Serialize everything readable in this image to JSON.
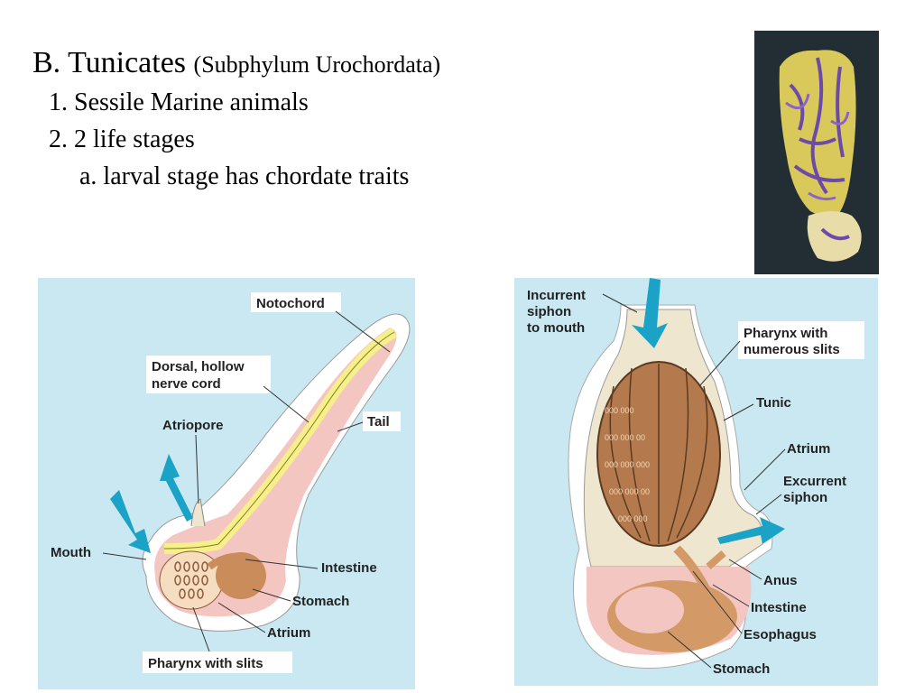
{
  "slide": {
    "title_main": "B. Tunicates",
    "title_sub": "(Subphylum Urochordata)",
    "point1": "1. Sessile Marine animals",
    "point2": "2. 2 life stages",
    "point2a": "a. larval stage has chordate traits"
  },
  "larva_diagram": {
    "notochord": "Notochord",
    "nerve_cord_line1": "Dorsal, hollow",
    "nerve_cord_line2": "nerve cord",
    "tail": "Tail",
    "atriopore": "Atriopore",
    "mouth": "Mouth",
    "intestine": "Intestine",
    "stomach": "Stomach",
    "atrium": "Atrium",
    "pharynx": "Pharynx with slits"
  },
  "adult_diagram": {
    "incurrent_line1": "Incurrent",
    "incurrent_line2": "siphon",
    "incurrent_line3": "to mouth",
    "pharynx_line1": "Pharynx with",
    "pharynx_line2": "numerous slits",
    "tunic": "Tunic",
    "atrium": "Atrium",
    "excurrent_line1": "Excurrent",
    "excurrent_line2": "siphon",
    "anus": "Anus",
    "intestine": "Intestine",
    "esophagus": "Esophagus",
    "stomach": "Stomach"
  },
  "colors": {
    "background_panel": "#c9e8f2",
    "tunic": "#efe6cf",
    "pharynx": "#b47a4e",
    "arrow": "#1aa3c6",
    "notochord": "#f5f08a",
    "body_pink": "#f4c6c1"
  }
}
